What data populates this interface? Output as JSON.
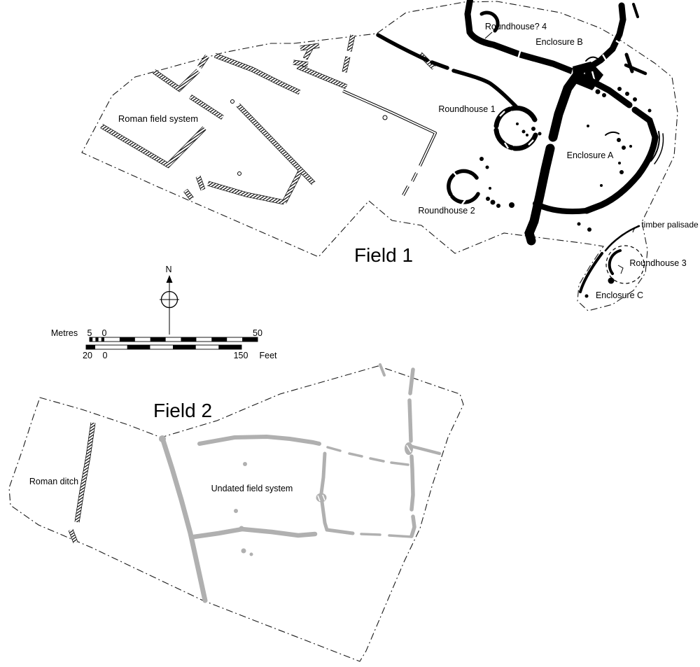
{
  "plan": {
    "background": "#ffffff",
    "ink_color": "#000000",
    "undated_color": "#b0b0b0",
    "field1": {
      "label": "Field 1",
      "features": {
        "roman_field_system": "Roman field system",
        "roundhouse_1": "Roundhouse 1",
        "roundhouse_2": "Roundhouse 2",
        "roundhouse_3": "Roundhouse 3",
        "roundhouse_4": "Roundhouse? 4",
        "enclosure_a": "Enclosure A",
        "enclosure_b": "Enclosure B",
        "enclosure_c": "Enclosure C",
        "timber_palisade": "timber palisade"
      }
    },
    "field2": {
      "label": "Field 2",
      "features": {
        "roman_ditch": "Roman ditch",
        "undated_field_system": "Undated field system"
      }
    },
    "north_arrow": {
      "label": "N"
    },
    "scale_bar": {
      "metres_label": "Metres",
      "feet_label": "Feet",
      "metres_ticks": {
        "left": "5",
        "zero": "0",
        "max": "50"
      },
      "feet_ticks": {
        "left": "20",
        "zero": "0",
        "max": "150"
      }
    }
  }
}
